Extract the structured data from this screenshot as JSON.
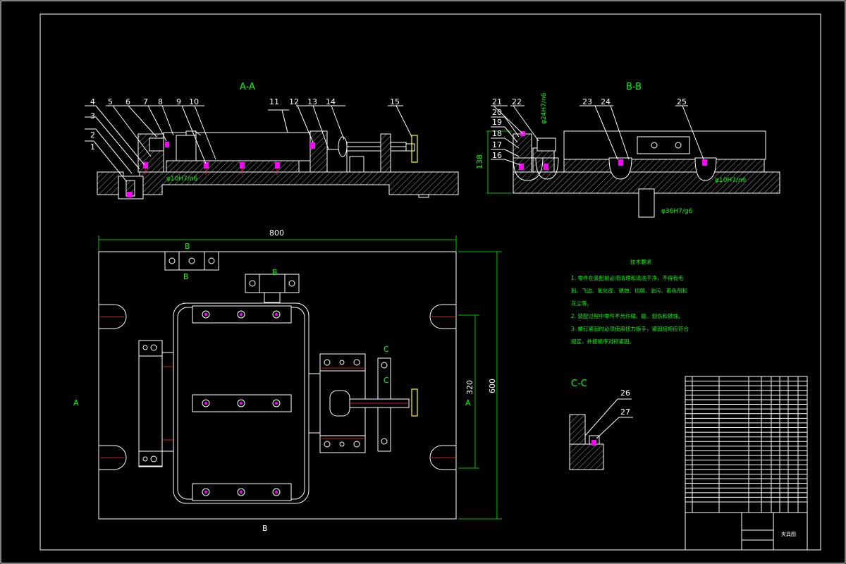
{
  "sections": {
    "aa": "A-A",
    "bb": "B-B",
    "cc": "C-C"
  },
  "part_numbers": [
    "1",
    "2",
    "3",
    "4",
    "5",
    "6",
    "7",
    "8",
    "9",
    "10",
    "11",
    "12",
    "13",
    "14",
    "15",
    "16",
    "17",
    "18",
    "19",
    "20",
    "21",
    "22",
    "23",
    "24",
    "25",
    "26",
    "27"
  ],
  "dimensions": {
    "width": "800",
    "height": "600",
    "slot_spacing": "320",
    "height_bb": "138",
    "dia_10_aa": "φ10H7/n6",
    "dia_10_bb": "φ10H7/n6",
    "dia_36": "φ36H7/g6",
    "dia_24": "φ24H7/n6"
  },
  "view_markers": {
    "a_left": "A",
    "a_right": "A",
    "b_top": "B",
    "b_top2": "B",
    "b_top3": "B",
    "b_bottom": "B",
    "c1": "C",
    "c2": "C"
  },
  "tech_requirements": {
    "title": "技术要求",
    "lines": [
      "1. 零件在装配前必须清理和清洗干净，不得有毛",
      "刺、飞边、氧化皮、锈蚀、切屑、油污、着色剂和",
      "灰尘等。",
      "2. 装配过程中零件不允许磕、碰、划伤和锈蚀。",
      "3. 螺钉紧固时必须使用扭力扳手，紧固扭矩应符合",
      "规定，并按顺序对称紧固。"
    ]
  },
  "title_block": {
    "drawing_name": "夹具图"
  }
}
